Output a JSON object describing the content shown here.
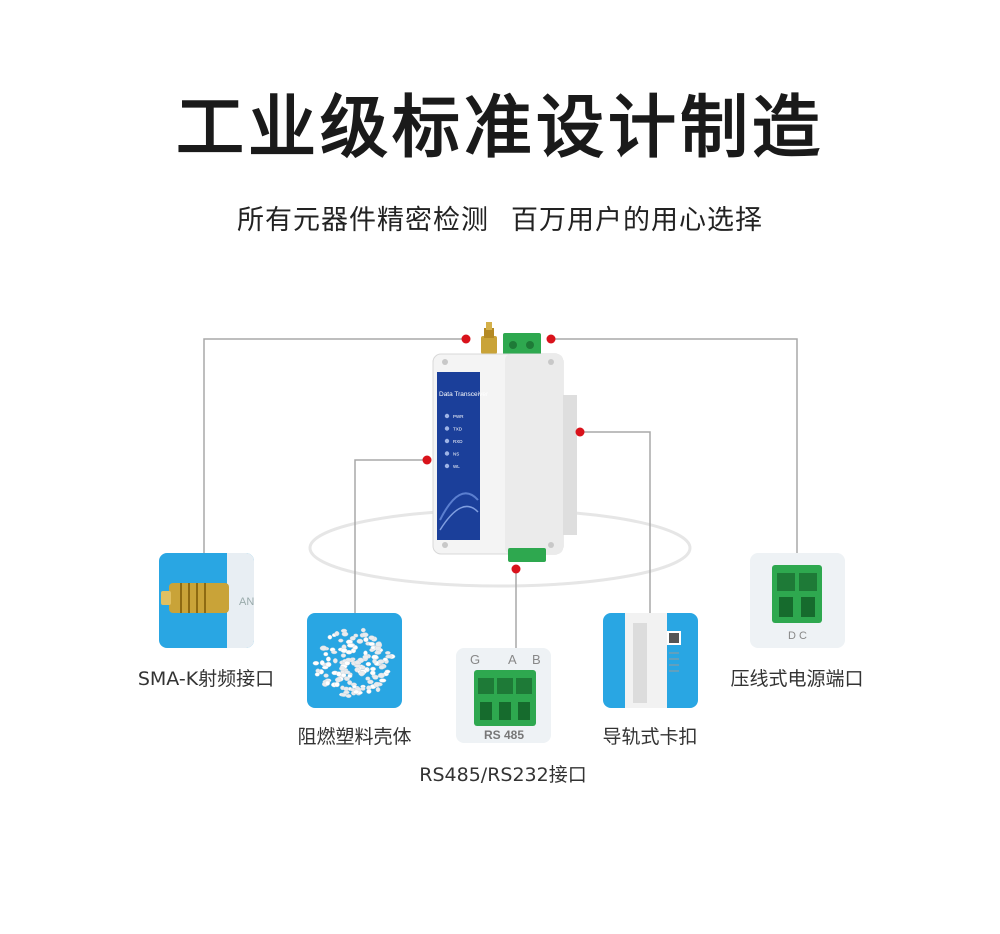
{
  "heading": {
    "title": "工业级标准设计制造",
    "subtitle_left": "所有元器件精密检测",
    "subtitle_right": "百万用户的用心选择"
  },
  "device": {
    "label": "Data Transceiver",
    "leds": [
      "PWR",
      "TXD",
      "RXD",
      "NS",
      "WL"
    ]
  },
  "features": [
    {
      "id": "sma",
      "caption": "SMA-K射频接口",
      "thumb_text": "AN"
    },
    {
      "id": "plastic",
      "caption": "阻燃塑料壳体"
    },
    {
      "id": "rs485",
      "caption": "RS485/RS232接口",
      "pins": [
        "G",
        "A",
        "B"
      ],
      "thumb_text": "RS 485"
    },
    {
      "id": "rail",
      "caption": "导轨式卡扣"
    },
    {
      "id": "power",
      "caption": "压线式电源端口",
      "thumb_text": "D C"
    }
  ],
  "colors": {
    "accent_dot": "#d9121b",
    "line": "#a8a8a8",
    "blue_panel": "#1b3f9a",
    "terminal_green": "#2ea84f",
    "thumb_blue": "#29a6e3"
  }
}
